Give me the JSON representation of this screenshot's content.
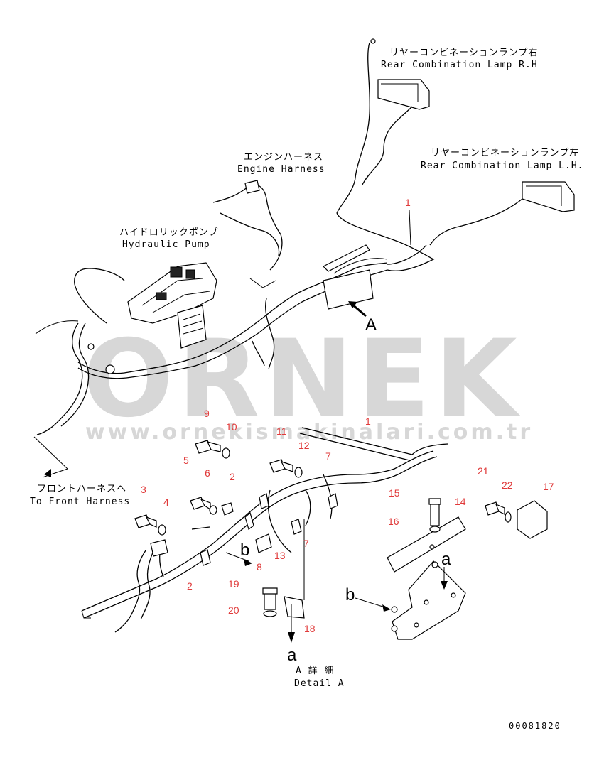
{
  "watermark": {
    "brand": "ORNEK",
    "url": "www.ornekismakinalari.com.tr",
    "color": "#d7d7d7"
  },
  "labels": {
    "rear_lamp_rh_jp": "リヤーコンビネーションランプ右",
    "rear_lamp_rh_en": "Rear Combination Lamp R.H",
    "rear_lamp_lh_jp": "リヤーコンビネーションランプ左",
    "rear_lamp_lh_en": "Rear Combination Lamp L.H.",
    "engine_harness_jp": "エンジンハーネス",
    "engine_harness_en": "Engine Harness",
    "hydraulic_pump_jp": "ハイドロリックポンプ",
    "hydraulic_pump_en": "Hydraulic Pump",
    "front_harness_jp": "フロントハーネスへ",
    "front_harness_en": "To Front Harness",
    "detail_a_jp": "A 詳 細",
    "detail_a_en": "Detail A",
    "view_a": "A",
    "ref_b_left": "b",
    "ref_b_right": "b",
    "ref_a_right": "a",
    "ref_a_bottom": "a"
  },
  "part_numbers": [
    "1",
    "1",
    "2",
    "2",
    "3",
    "4",
    "5",
    "6",
    "7",
    "7",
    "8",
    "9",
    "10",
    "11",
    "12",
    "13",
    "14",
    "15",
    "16",
    "17",
    "18",
    "19",
    "20",
    "21",
    "22"
  ],
  "drawing_code": "00081820",
  "colors": {
    "part_number": "#e03a3a",
    "line": "#000000"
  }
}
